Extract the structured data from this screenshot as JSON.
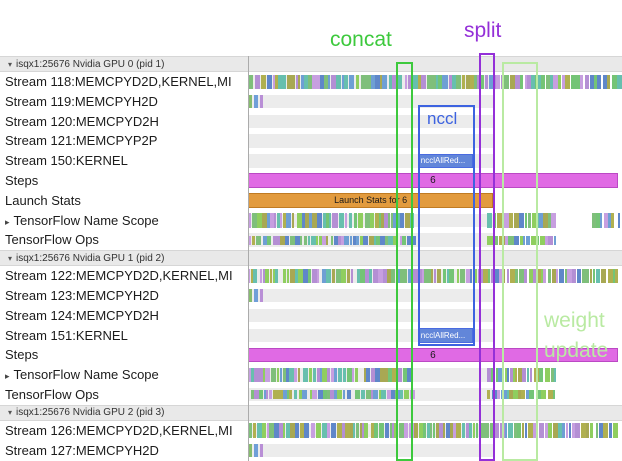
{
  "annotations": {
    "concat": {
      "label": "concat",
      "color": "#3dc93d"
    },
    "split": {
      "label": "split",
      "color": "#9430d8"
    },
    "nccl": {
      "label": "nccl",
      "color": "#3d63e0"
    },
    "weight_update": {
      "line1": "weight",
      "line2": "update",
      "color": "#b9eaa2"
    }
  },
  "palette": [
    "#7fbf7b",
    "#6e9fd4",
    "#b48fd4",
    "#a8a853",
    "#67bfae",
    "#8fce5f",
    "#5f87c9",
    "#c79fe0",
    "#b0b050",
    "#74c476"
  ],
  "tick_items": [
    {
      "o": 1,
      "w": 3,
      "c": "#86bc6f"
    },
    {
      "o": 6,
      "w": 4,
      "c": "#6f9fd8"
    },
    {
      "o": 12,
      "w": 3,
      "c": "#b98fd6"
    }
  ],
  "rows": [
    {
      "type": "header",
      "arrow": "▾",
      "label": "isqx1:25676 Nvidia GPU 0 (pid 1)"
    },
    {
      "type": "track",
      "label": "Stream 118:MEMCPYD2D,KERNEL,MI",
      "segments": [
        {
          "kind": "dense",
          "start": 0,
          "end": 100,
          "seed": 11
        }
      ]
    },
    {
      "type": "track",
      "label": "Stream 119:MEMCPYH2D",
      "segments": [
        {
          "kind": "ticks"
        }
      ]
    },
    {
      "type": "track",
      "label": "Stream 120:MEMCPYD2H",
      "segments": []
    },
    {
      "type": "track",
      "label": "Stream 121:MEMCPYP2P",
      "segments": []
    },
    {
      "type": "track",
      "label": "Stream 150:KERNEL",
      "segments": [
        {
          "kind": "solid",
          "name": "nccl-allreduce-bar",
          "start": 45.4,
          "end": 60.2,
          "color": "#6286d9",
          "border": "#4a6be0",
          "label": "ncclAllRed...",
          "text_color": "#ffffff",
          "font": 8,
          "align": "left"
        }
      ]
    },
    {
      "type": "track",
      "label": "Steps",
      "segments": [
        {
          "kind": "solid",
          "name": "steps-bar",
          "start": 0,
          "end": 98.9,
          "color": "#e06ae4",
          "border": "#bb49c4",
          "label": "6",
          "text_color": "#1a1a1a",
          "font": 10
        }
      ]
    },
    {
      "type": "track",
      "label": "Launch Stats",
      "segments": [
        {
          "kind": "solid",
          "name": "launch-stats-bar",
          "start": 0,
          "end": 65.6,
          "color": "#e29b3e",
          "border": "#c07b22",
          "label": "Launch Stats for 6",
          "text_color": "#1a1a1a",
          "font": 9
        }
      ]
    },
    {
      "type": "track",
      "arrow": "▸",
      "label": "TensorFlow Name Scope",
      "segments": [
        {
          "kind": "dense",
          "start": 0,
          "end": 45,
          "seed": 12
        },
        {
          "kind": "dense",
          "start": 64,
          "end": 83,
          "seed": 13
        },
        {
          "kind": "dense",
          "start": 92,
          "end": 100,
          "seed": 14
        }
      ]
    },
    {
      "type": "track",
      "label": "TensorFlow Ops",
      "segments": [
        {
          "kind": "dense",
          "thin": true,
          "start": 0,
          "end": 45,
          "seed": 15
        },
        {
          "kind": "dense",
          "thin": true,
          "start": 64,
          "end": 83,
          "seed": 16
        }
      ]
    },
    {
      "type": "header",
      "arrow": "▾",
      "label": "isqx1:25676 Nvidia GPU 1 (pid 2)"
    },
    {
      "type": "track",
      "label": "Stream 122:MEMCPYD2D,KERNEL,MI",
      "segments": [
        {
          "kind": "dense",
          "start": 0,
          "end": 100,
          "seed": 21
        }
      ]
    },
    {
      "type": "track",
      "label": "Stream 123:MEMCPYH2D",
      "segments": [
        {
          "kind": "ticks"
        }
      ]
    },
    {
      "type": "track",
      "label": "Stream 124:MEMCPYD2H",
      "segments": []
    },
    {
      "type": "track",
      "label": "Stream 151:KERNEL",
      "segments": [
        {
          "kind": "solid",
          "name": "nccl-allreduce-bar",
          "start": 45.4,
          "end": 60.2,
          "color": "#6286d9",
          "border": "#4a6be0",
          "label": "ncclAllRed...",
          "text_color": "#ffffff",
          "font": 8,
          "align": "left"
        }
      ]
    },
    {
      "type": "track",
      "label": "Steps",
      "segments": [
        {
          "kind": "solid",
          "name": "steps-bar",
          "start": 0,
          "end": 98.9,
          "color": "#e06ae4",
          "border": "#bb49c4",
          "label": "6",
          "text_color": "#1a1a1a",
          "font": 10
        }
      ]
    },
    {
      "type": "track",
      "arrow": "▸",
      "label": "TensorFlow Name Scope",
      "segments": [
        {
          "kind": "dense",
          "start": 0,
          "end": 45,
          "seed": 22
        },
        {
          "kind": "dense",
          "start": 64,
          "end": 83,
          "seed": 23
        }
      ]
    },
    {
      "type": "track",
      "label": "TensorFlow Ops",
      "segments": [
        {
          "kind": "dense",
          "thin": true,
          "start": 0,
          "end": 45,
          "seed": 24
        },
        {
          "kind": "dense",
          "thin": true,
          "start": 64,
          "end": 83,
          "seed": 25
        }
      ]
    },
    {
      "type": "header",
      "arrow": "▾",
      "label": "isqx1:25676 Nvidia GPU 2 (pid 3)"
    },
    {
      "type": "track",
      "label": "Stream 126:MEMCPYD2D,KERNEL,MI",
      "segments": [
        {
          "kind": "dense",
          "start": 0,
          "end": 100,
          "seed": 31
        }
      ]
    },
    {
      "type": "track",
      "label": "Stream 127:MEMCPYH2D",
      "segments": [
        {
          "kind": "ticks"
        }
      ]
    }
  ]
}
